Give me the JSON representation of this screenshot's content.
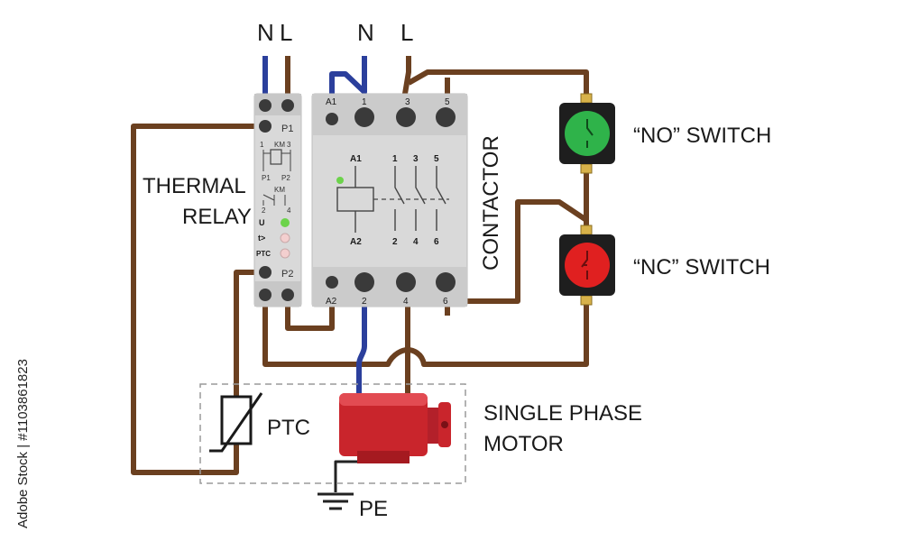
{
  "labels": {
    "relay_n": "N",
    "relay_l": "L",
    "contactor_n": "N",
    "contactor_l": "L",
    "thermal_relay_line1": "THERMAL",
    "thermal_relay_line2": "RELAY",
    "contactor": "CONTACTOR",
    "no_switch": "“NO” SWITCH",
    "nc_switch": "“NC” SWITCH",
    "motor_line1": "SINGLE PHASE",
    "motor_line2": "MOTOR",
    "ptc": "PTC",
    "pe": "PE"
  },
  "relay": {
    "p1": "P1",
    "p2": "P2",
    "km": "KM",
    "p1_small": "P1",
    "p2_small": "P2",
    "led_u": "U",
    "led_t": "t>",
    "led_ptc": "PTC",
    "n1": "1",
    "n2": "2",
    "n3": "3",
    "n4": "4"
  },
  "contactor": {
    "top_terms": [
      "A1",
      "1",
      "3",
      "5"
    ],
    "bottom_terms": [
      "A2",
      "2",
      "4",
      "6"
    ],
    "coil_top": "A1",
    "coil_bottom": "A2",
    "contact_top": [
      "1",
      "3",
      "5"
    ],
    "contact_bottom": [
      "2",
      "4",
      "6"
    ]
  },
  "watermark": "Adobe Stock | #1103861823",
  "colors": {
    "wire_brown": "#6b4020",
    "wire_blue": "#2b3f9c",
    "module_grey": "#d9d9d9",
    "switch_green": "#2fb34a",
    "switch_red": "#e02020",
    "motor_red": "#c9252c"
  }
}
